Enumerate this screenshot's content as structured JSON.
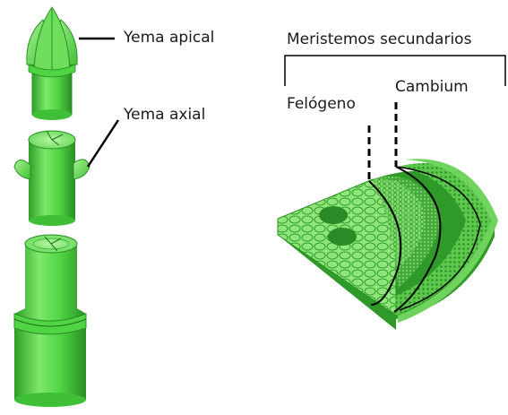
{
  "labels": {
    "yema_apical": "Yema apical",
    "yema_axial": "Yema axial",
    "meristemos_secundarios": "Meristemos secundarios",
    "cambium": "Cambium",
    "felogeno": "Felógeno"
  },
  "colors": {
    "stem_light": "#9ef08a",
    "stem_mid": "#4fd444",
    "stem_dark": "#2e9e28",
    "outline": "#111111"
  }
}
